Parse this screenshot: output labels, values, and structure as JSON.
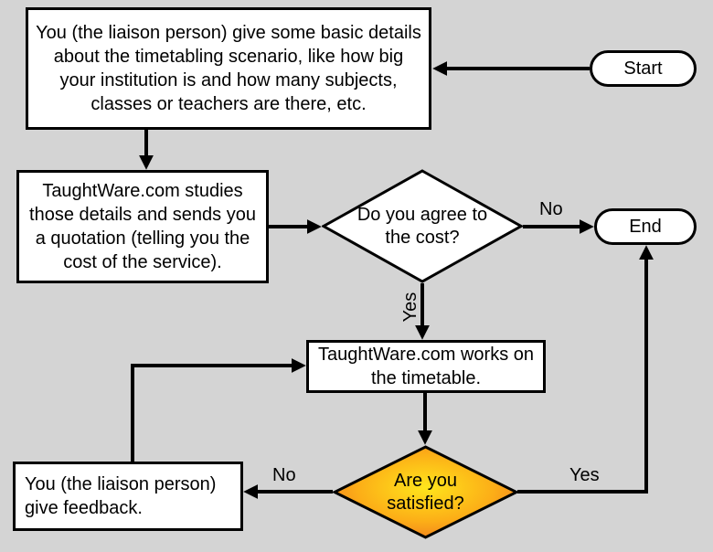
{
  "diagram": {
    "type": "flowchart",
    "colors": {
      "background": "#d4d4d4",
      "node_fill": "#ffffff",
      "node_border": "#000000",
      "arrow": "#000000",
      "satisfied_gradient_center": "#ffe51c",
      "satisfied_gradient_mid": "#fcae17",
      "satisfied_gradient_edge": "#ee6f20"
    },
    "nodes": {
      "start": {
        "type": "terminator",
        "label": "Start"
      },
      "give_details": {
        "type": "process",
        "label": "You (the liaison person) give some basic details about the timetabling scenario, like how big your institution is and how many subjects, classes or teachers are there, etc."
      },
      "quotation": {
        "type": "process",
        "label": "TaughtWare.com studies those details and sends you a quotation (telling you the cost of the service)."
      },
      "agree_cost": {
        "type": "decision",
        "label": "Do you agree to the cost?"
      },
      "end": {
        "type": "terminator",
        "label": "End"
      },
      "works": {
        "type": "process",
        "label": "TaughtWare.com works on the timetable."
      },
      "satisfied": {
        "type": "decision",
        "label": "Are you satisfied?"
      },
      "feedback": {
        "type": "process",
        "label": "You (the liaison person) give feedback."
      }
    },
    "edge_labels": {
      "agree_no": "No",
      "agree_yes": "Yes",
      "satisfied_yes": "Yes",
      "satisfied_no": "No"
    },
    "edges": [
      {
        "from": "start",
        "to": "give_details"
      },
      {
        "from": "give_details",
        "to": "quotation"
      },
      {
        "from": "quotation",
        "to": "agree_cost"
      },
      {
        "from": "agree_cost",
        "to": "end",
        "label": "No"
      },
      {
        "from": "agree_cost",
        "to": "works",
        "label": "Yes"
      },
      {
        "from": "works",
        "to": "satisfied"
      },
      {
        "from": "satisfied",
        "to": "end",
        "label": "Yes"
      },
      {
        "from": "satisfied",
        "to": "feedback",
        "label": "No"
      },
      {
        "from": "feedback",
        "to": "works"
      }
    ]
  }
}
